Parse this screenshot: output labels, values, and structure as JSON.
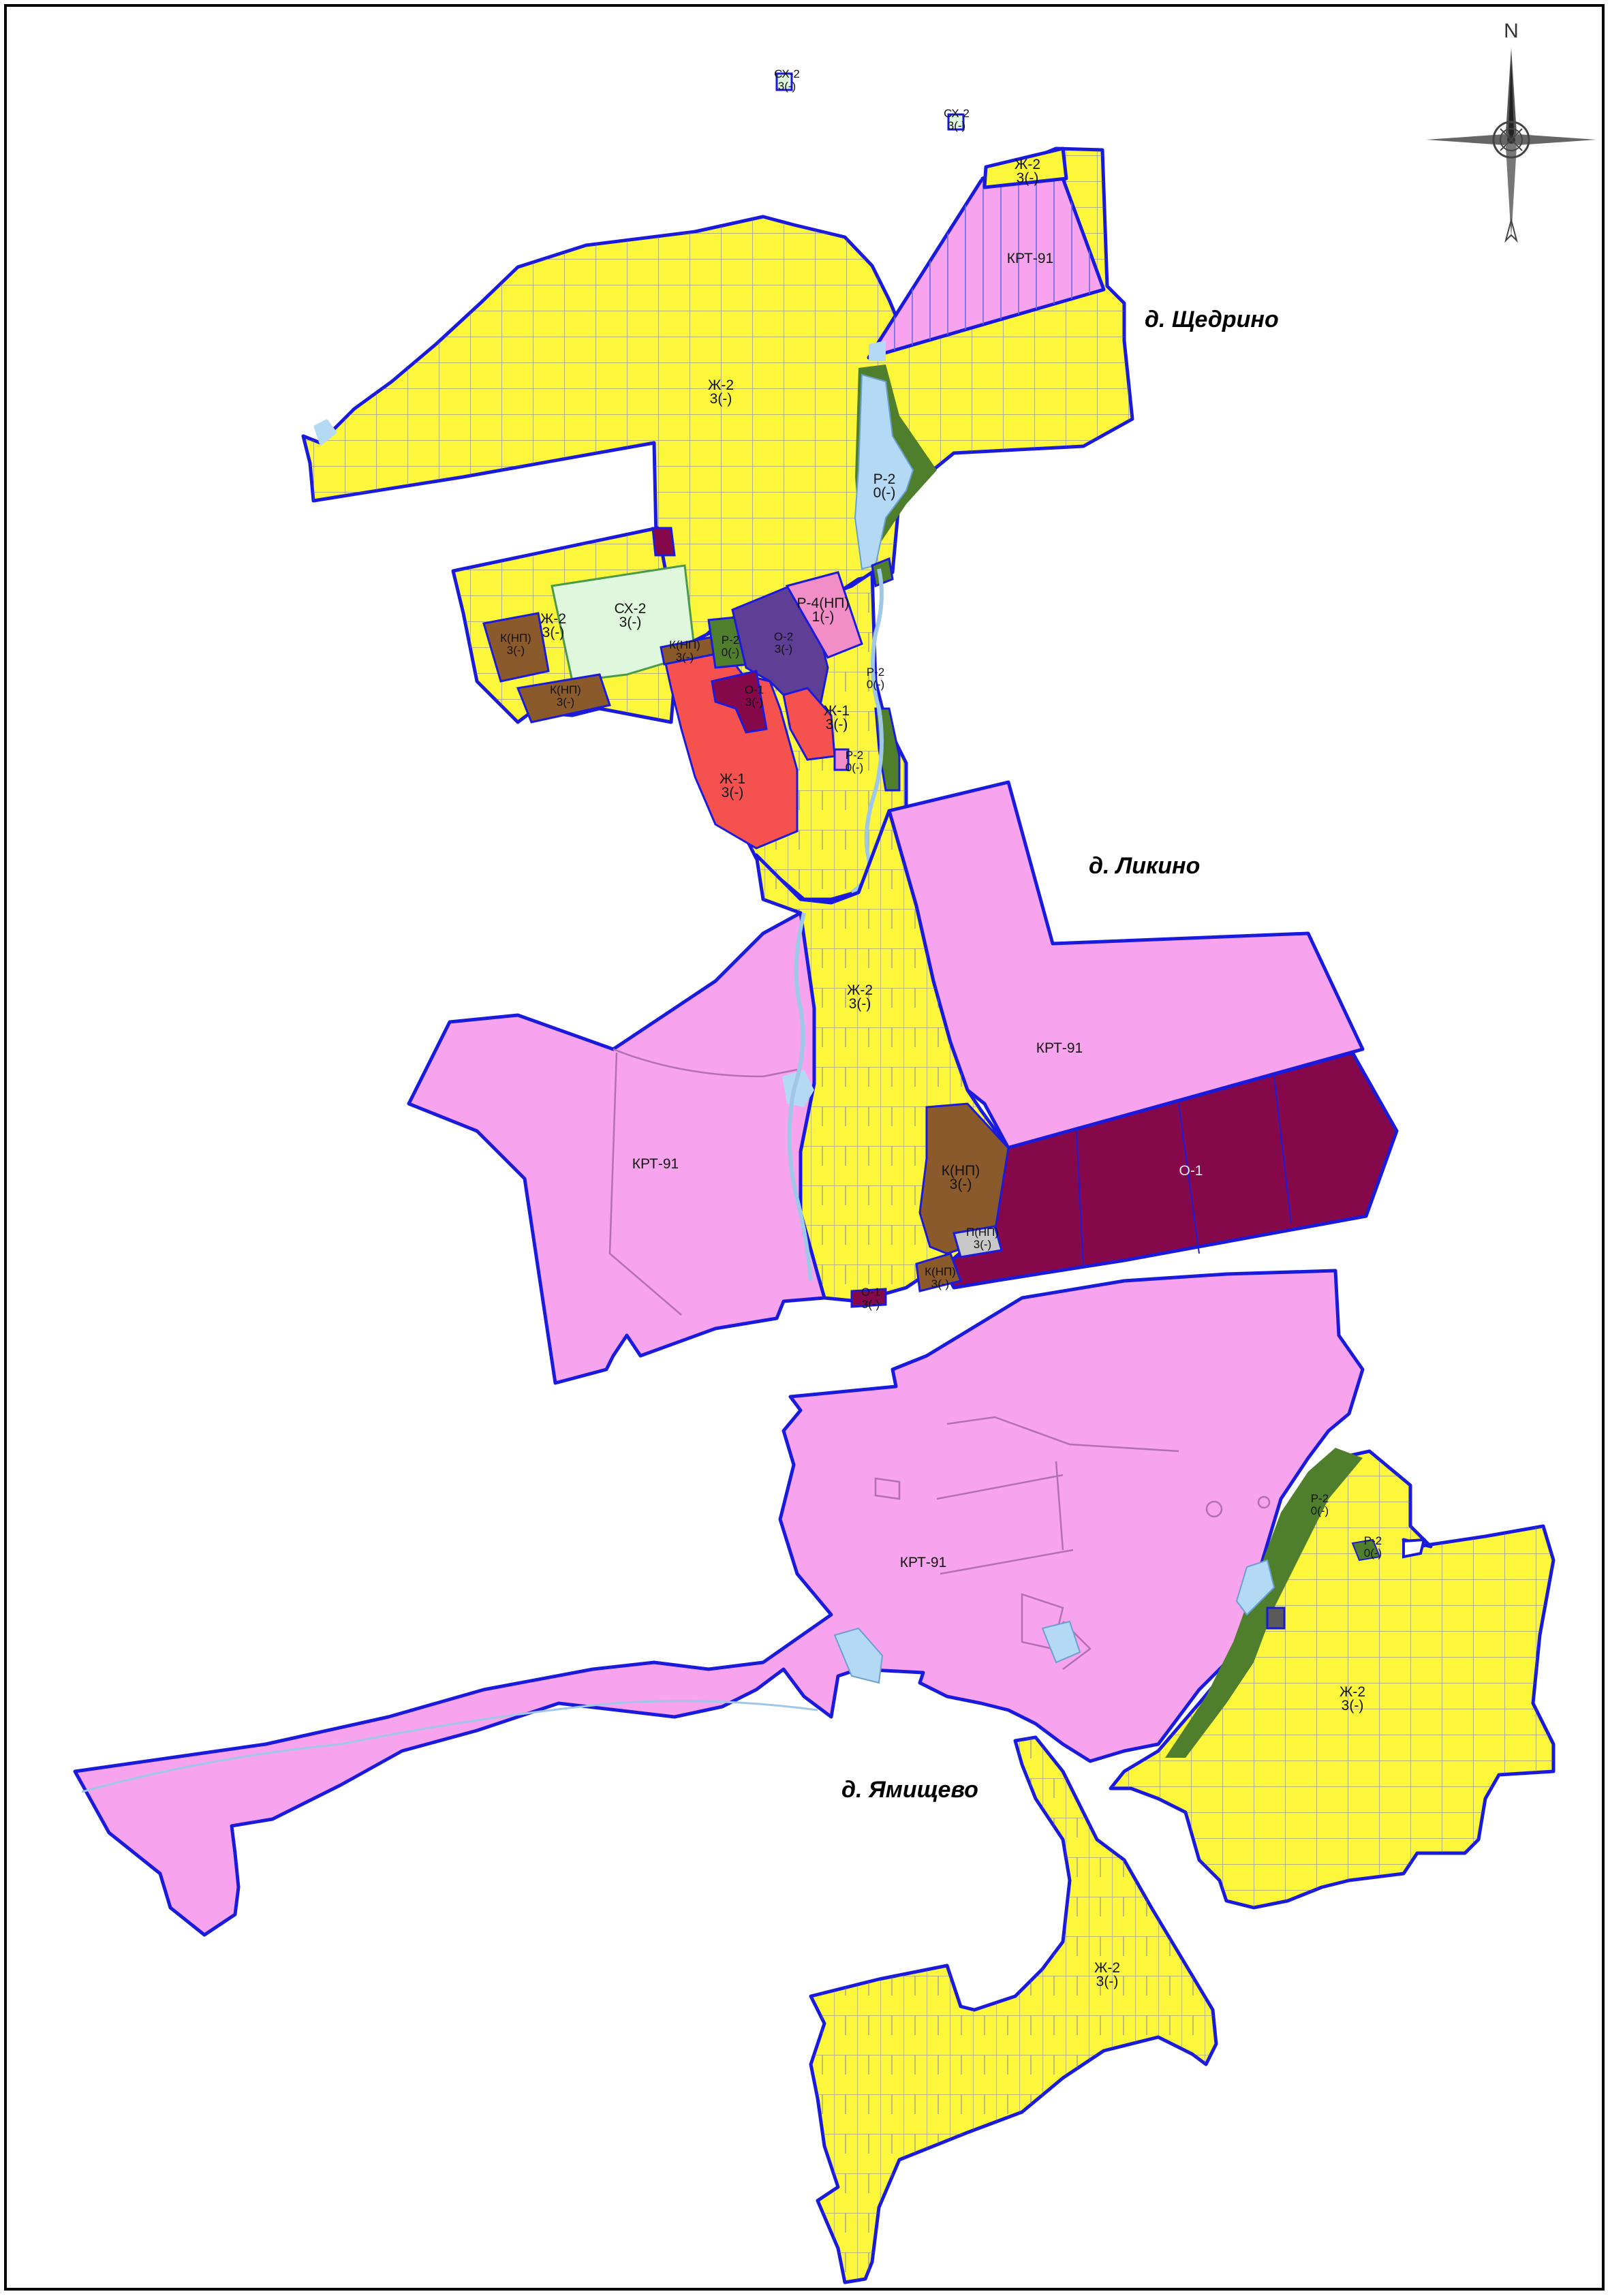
{
  "colors": {
    "residential": "#fcf73a",
    "residential_bright": "#ffee00",
    "krt": "#f8a3ee",
    "public": "#85084a",
    "commercial": "#8b5a2b",
    "agri": "#dff7dc",
    "recreation": "#4f7f2c",
    "red_residential": "#f5524f",
    "purple": "#5e3f95",
    "pink_rec": "#f18ec8",
    "water": "#b3d9f5",
    "border": "#1a1adc"
  },
  "compass": {
    "north": "N"
  },
  "places": {
    "shchedrino": "д. Щедрино",
    "likino": "д. Ликино",
    "yamishchevo": "д. Ямищево"
  },
  "labels": {
    "sx2_top1": [
      "СХ-2",
      "3(-)"
    ],
    "sx2_top2": [
      "СХ-2",
      "3(-)"
    ],
    "zh2_topright": [
      "Ж-2",
      "3(-)"
    ],
    "krt91_top": "КРТ-91",
    "zh2_north": [
      "Ж-2",
      "3(-)"
    ],
    "r2_pond": [
      "Р-2",
      "0(-)"
    ],
    "sx2_mid": [
      "СХ-2",
      "3(-)"
    ],
    "zh2_west": [
      "Ж-2",
      "3(-)"
    ],
    "k_np_w1": [
      "К(НП)",
      "3(-)"
    ],
    "k_np_w2": [
      "К(НП)",
      "3(-)"
    ],
    "k_np_mid": [
      "К(НП)",
      "3(-)"
    ],
    "r2_mid": [
      "Р-2",
      "0(-)"
    ],
    "o2_mid": [
      "О-2",
      "3(-)"
    ],
    "r4_np": [
      "Р-4(НП)",
      "1(-)"
    ],
    "o1_small": [
      "О-1",
      "3(-)"
    ],
    "r2_east": [
      "Р-2",
      "0(-)"
    ],
    "zh1_east": [
      "Ж-1",
      "3(-)"
    ],
    "r2_small": [
      "Р-2",
      "0(-)"
    ],
    "zh1_west": [
      "Ж-1",
      "3(-)"
    ],
    "krt91_likino_ne": "КРТ-91",
    "zh2_likino": [
      "Ж-2",
      "3(-)"
    ],
    "krt91_likino_w": "КРТ-91",
    "k_np_likino": [
      "К(НП)",
      "3(-)"
    ],
    "o1_big": "О-1",
    "p_np": [
      "П(НП)",
      "3(-)"
    ],
    "k_np_s": [
      "К(НП)",
      "3(-)"
    ],
    "o1_s": [
      "О-1",
      "3(-)"
    ],
    "krt91_south": "КРТ-91",
    "r2_ne1": [
      "Р-2",
      "0(-)"
    ],
    "r2_ne2": [
      "Р-2",
      "0(-)"
    ],
    "zh2_yam_e": [
      "Ж-2",
      "3(-)"
    ],
    "zh2_yam_s": [
      "Ж-2",
      "3(-)"
    ]
  }
}
